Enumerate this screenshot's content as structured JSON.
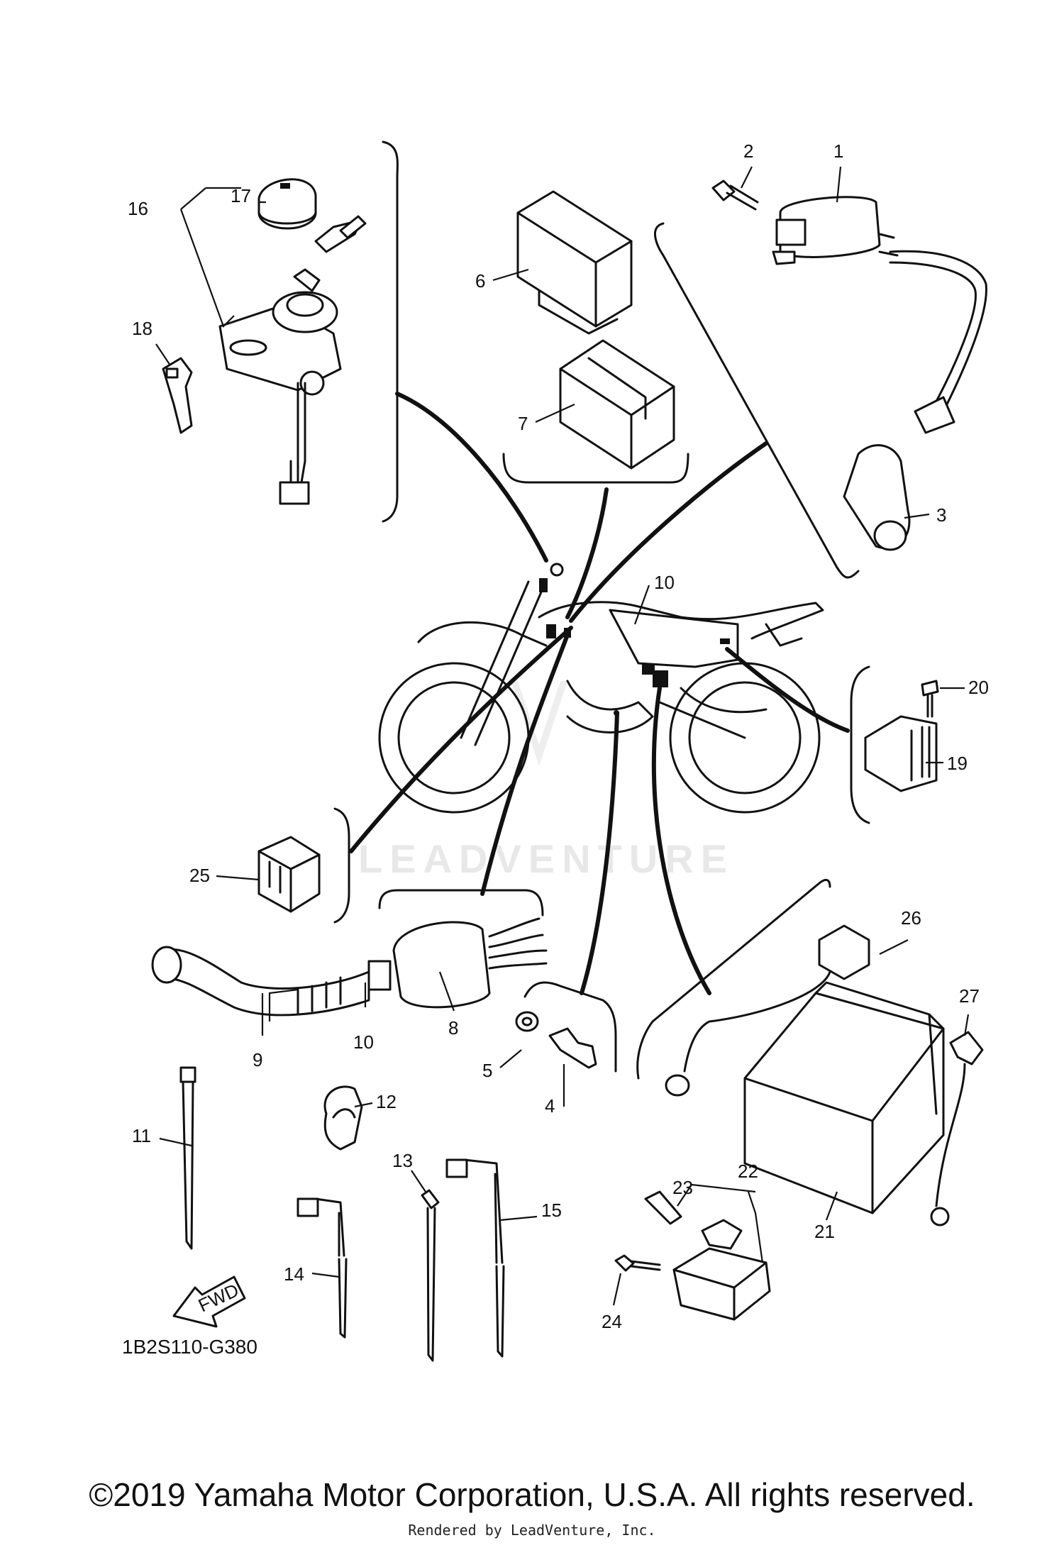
{
  "diagram": {
    "callouts": [
      {
        "id": "c1",
        "label": "1"
      },
      {
        "id": "c2",
        "label": "2"
      },
      {
        "id": "c3",
        "label": "3"
      },
      {
        "id": "c4",
        "label": "4"
      },
      {
        "id": "c5",
        "label": "5"
      },
      {
        "id": "c6",
        "label": "6"
      },
      {
        "id": "c7",
        "label": "7"
      },
      {
        "id": "c8",
        "label": "8"
      },
      {
        "id": "c9",
        "label": "9"
      },
      {
        "id": "c10a",
        "label": "10"
      },
      {
        "id": "c10b",
        "label": "10"
      },
      {
        "id": "c11",
        "label": "11"
      },
      {
        "id": "c12",
        "label": "12"
      },
      {
        "id": "c13",
        "label": "13"
      },
      {
        "id": "c14",
        "label": "14"
      },
      {
        "id": "c15",
        "label": "15"
      },
      {
        "id": "c16",
        "label": "16"
      },
      {
        "id": "c17",
        "label": "17"
      },
      {
        "id": "c18",
        "label": "18"
      },
      {
        "id": "c19",
        "label": "19"
      },
      {
        "id": "c20",
        "label": "20"
      },
      {
        "id": "c21",
        "label": "21"
      },
      {
        "id": "c22",
        "label": "22"
      },
      {
        "id": "c23",
        "label": "23"
      },
      {
        "id": "c24",
        "label": "24"
      },
      {
        "id": "c25",
        "label": "25"
      },
      {
        "id": "c26",
        "label": "26"
      },
      {
        "id": "c27",
        "label": "27"
      }
    ],
    "diagram_code": "1B2S110-G380",
    "fwd_label": "FWD",
    "watermark_text": "LEADVENTURE"
  },
  "footer": {
    "copyright": "©2019 Yamaha Motor Corporation, U.S.A. All rights reserved.",
    "rendered_by": "Rendered by LeadVenture, Inc."
  }
}
